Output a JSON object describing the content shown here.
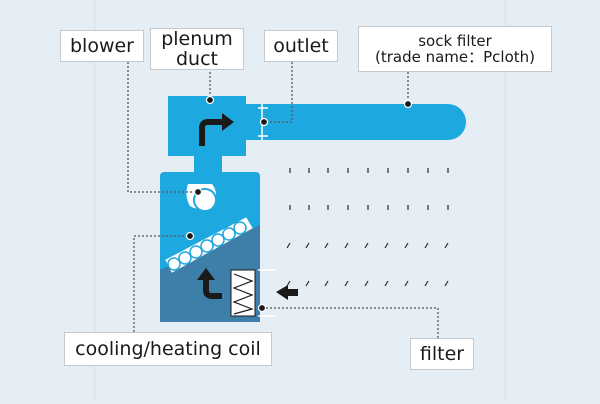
{
  "labels": {
    "blower": "blower",
    "plenum_line1": "plenum",
    "plenum_line2": "duct",
    "outlet": "outlet",
    "sock_line1": "sock filter",
    "sock_line2": "(trade name：Pcloth)",
    "coil": "cooling/heating coil",
    "filter": "filter"
  },
  "colors": {
    "background": "#e6eef5",
    "unit_blue": "#1ea8e0",
    "unit_dark": "#3d7fa8",
    "leader": "#555555",
    "arrow": "#1a1a1a"
  }
}
